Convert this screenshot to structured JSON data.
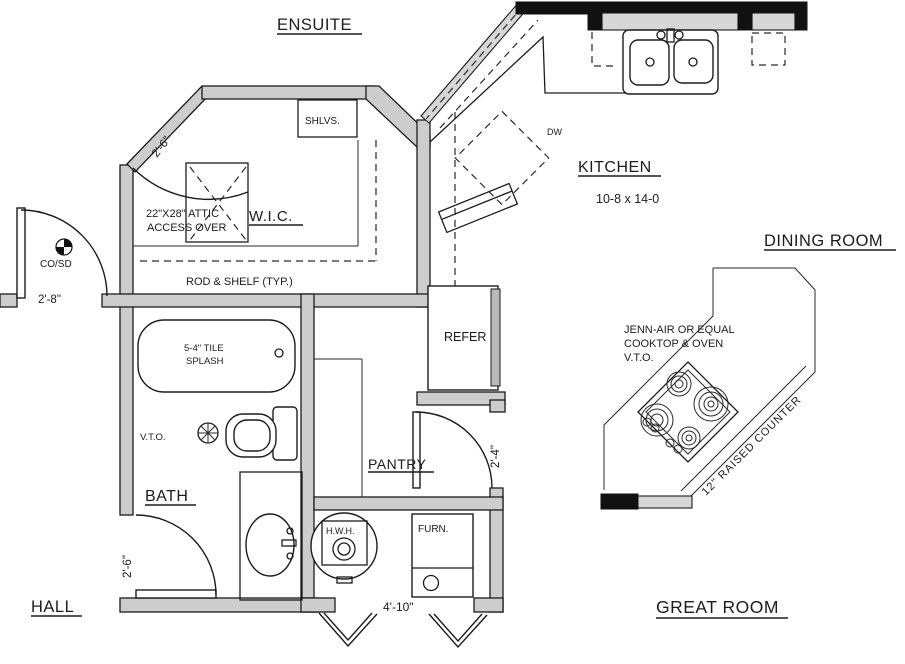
{
  "drawing_type": "residential floor plan (partial: ensuite/bath/kitchen area)",
  "colors": {
    "background": "#ffffff",
    "line": "#1c1c1c",
    "wall_fill": "#cdcdcd",
    "window_fill": "#d7d7d7"
  },
  "rooms": {
    "ensuite": "ENSUITE",
    "wic": "W.I.C.",
    "kitchen": "KITCHEN",
    "kitchen_size": "10-8 x 14-0",
    "dining": "DINING ROOM",
    "great_room": "GREAT ROOM",
    "hall": "HALL",
    "bath": "BATH",
    "pantry": "PANTRY"
  },
  "labels": {
    "shelves": "SHLVS.",
    "attic1": "22\"X28\" ATTIC",
    "attic2": "ACCESS OVER",
    "rod_shelf": "ROD & SHELF (TYP.)",
    "refer": "REFER",
    "dw": "DW",
    "tub1": "5-4\" TILE",
    "tub2": "SPLASH",
    "vto_bath": "V.T.O.",
    "co_sd": "CO/SD",
    "hwh": "H.W.H.",
    "furnace": "FURN.",
    "jenn1": "JENN-AIR OR EQUAL",
    "jenn2": "COOKTOP & OVEN",
    "jenn3": "V.T.O.",
    "raised_counter": "12\" RAISED COUNTER"
  },
  "dimensions": {
    "wic_door": "2'-6\"",
    "hall_door": "2'-8\"",
    "bath_door": "2'-6\"",
    "pantry_door": "2'-4\"",
    "closet_opening": "4'-10\""
  }
}
